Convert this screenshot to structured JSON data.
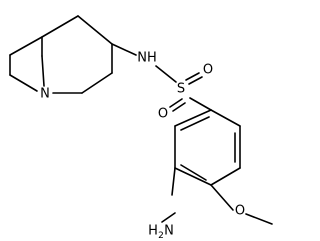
{
  "atoms": {
    "n_amine": "N",
    "sulfonamide_nh": "NH",
    "sulfonyl_s": "S",
    "oxygen_top": "O",
    "oxygen_bottom": "O",
    "amino": "H",
    "amino_sub": "2",
    "amino_n": "N",
    "methoxy_o": "O"
  }
}
